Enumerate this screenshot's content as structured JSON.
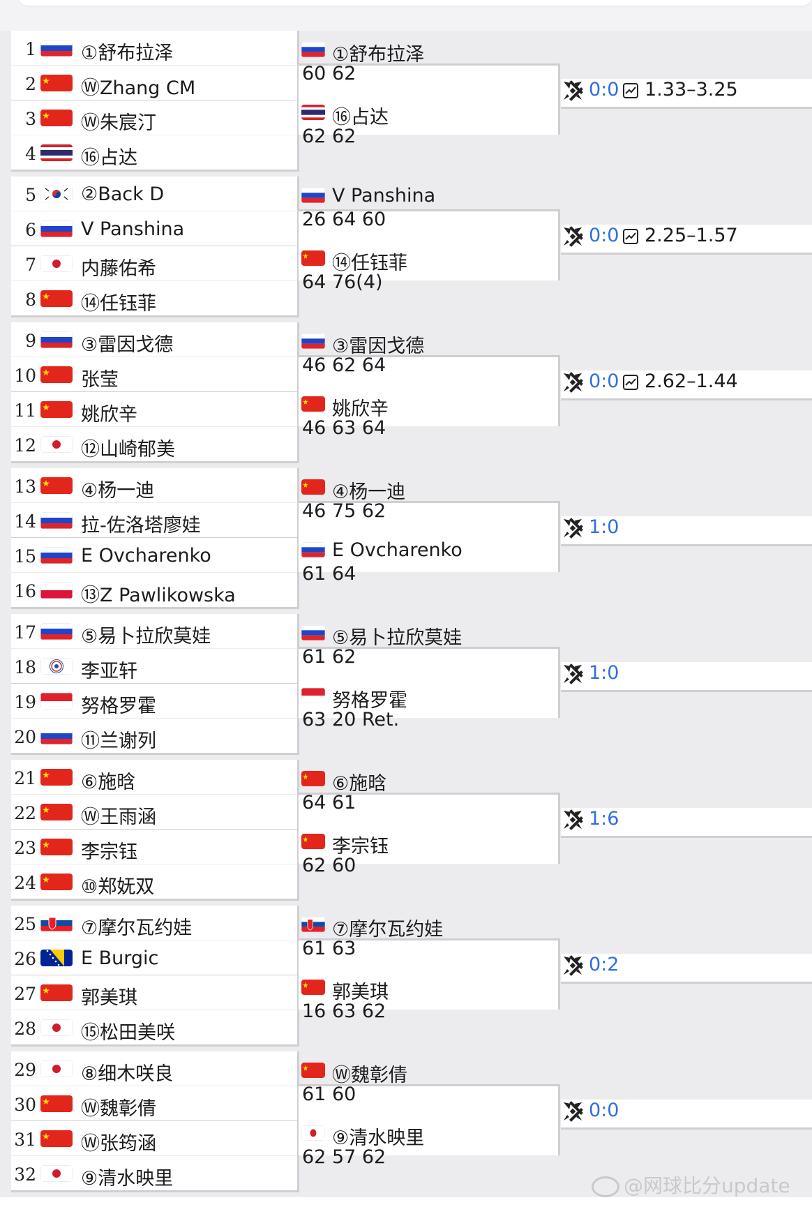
{
  "blocks": [
    {
      "seeds": [
        {
          "num": "1",
          "flag": "RUS",
          "name": "①舒布拉泽"
        },
        {
          "num": "2",
          "flag": "CHN",
          "name": "ⓌZhang CM"
        },
        {
          "num": "3",
          "flag": "CHN",
          "name": "Ⓦ朱宸汀"
        },
        {
          "num": "4",
          "flag": "THA",
          "name": "⑯占达"
        }
      ],
      "r2": [
        {
          "flag": "RUS",
          "name": "①舒布拉泽",
          "score": "60 62"
        },
        {
          "flag": "THA",
          "name": "⑯占达",
          "score": "62 62"
        }
      ],
      "h2h": "0:0",
      "odds": "1.33–3.25"
    },
    {
      "seeds": [
        {
          "num": "5",
          "flag": "KOR",
          "name": "②Back D"
        },
        {
          "num": "6",
          "flag": "RUS",
          "name": "V Panshina"
        },
        {
          "num": "7",
          "flag": "JPN",
          "name": "内藤佑希"
        },
        {
          "num": "8",
          "flag": "CHN",
          "name": "⑭任钰菲"
        }
      ],
      "r2": [
        {
          "flag": "RUS",
          "name": "V Panshina",
          "score": "26 64 60"
        },
        {
          "flag": "CHN",
          "name": "⑭任钰菲",
          "score": "64 76(4)"
        }
      ],
      "h2h": "0:0",
      "odds": "2.25–1.57"
    },
    {
      "seeds": [
        {
          "num": "9",
          "flag": "RUS",
          "name": "③雷因戈德"
        },
        {
          "num": "10",
          "flag": "CHN",
          "name": "张莹"
        },
        {
          "num": "11",
          "flag": "CHN",
          "name": "姚欣辛"
        },
        {
          "num": "12",
          "flag": "JPN",
          "name": "⑫山崎郁美"
        }
      ],
      "r2": [
        {
          "flag": "RUS",
          "name": "③雷因戈德",
          "score": "46 62 64"
        },
        {
          "flag": "CHN",
          "name": "姚欣辛",
          "score": "46 63 64"
        }
      ],
      "h2h": "0:0",
      "odds": "2.62–1.44"
    },
    {
      "seeds": [
        {
          "num": "13",
          "flag": "CHN",
          "name": "④杨一迪"
        },
        {
          "num": "14",
          "flag": "RUS",
          "name": "拉-佐洛塔廖娃"
        },
        {
          "num": "15",
          "flag": "RUS",
          "name": "E Ovcharenko"
        },
        {
          "num": "16",
          "flag": "POL",
          "name": "⑬Z Pawlikowska"
        }
      ],
      "r2": [
        {
          "flag": "CHN",
          "name": "④杨一迪",
          "score": "46 75 62"
        },
        {
          "flag": "RUS",
          "name": "E Ovcharenko",
          "score": "61 64"
        }
      ],
      "h2h": "1:0",
      "odds": ""
    },
    {
      "seeds": [
        {
          "num": "17",
          "flag": "RUS",
          "name": "⑤易卜拉欣莫娃"
        },
        {
          "num": "18",
          "flag": "TPE",
          "name": "李亚轩"
        },
        {
          "num": "19",
          "flag": "INA",
          "name": "努格罗霍"
        },
        {
          "num": "20",
          "flag": "RUS",
          "name": "⑪兰谢列"
        }
      ],
      "r2": [
        {
          "flag": "RUS",
          "name": "⑤易卜拉欣莫娃",
          "score": "61 62"
        },
        {
          "flag": "INA",
          "name": "努格罗霍",
          "score": "63 20 Ret."
        }
      ],
      "h2h": "1:0",
      "odds": ""
    },
    {
      "seeds": [
        {
          "num": "21",
          "flag": "CHN",
          "name": "⑥施晗"
        },
        {
          "num": "22",
          "flag": "CHN",
          "name": "Ⓦ王雨涵"
        },
        {
          "num": "23",
          "flag": "CHN",
          "name": "李宗钰"
        },
        {
          "num": "24",
          "flag": "CHN",
          "name": "⑩郑妩双"
        }
      ],
      "r2": [
        {
          "flag": "CHN",
          "name": "⑥施晗",
          "score": "64 61"
        },
        {
          "flag": "CHN",
          "name": "李宗钰",
          "score": "62 60"
        }
      ],
      "h2h": "1:6",
      "odds": ""
    },
    {
      "seeds": [
        {
          "num": "25",
          "flag": "SVK",
          "name": "⑦摩尔瓦约娃"
        },
        {
          "num": "26",
          "flag": "BIH",
          "name": "E Burgic"
        },
        {
          "num": "27",
          "flag": "CHN",
          "name": "郭美琪"
        },
        {
          "num": "28",
          "flag": "JPN",
          "name": "⑮松田美咲"
        }
      ],
      "r2": [
        {
          "flag": "SVK",
          "name": "⑦摩尔瓦约娃",
          "score": "61 63"
        },
        {
          "flag": "CHN",
          "name": "郭美琪",
          "score": "16 63 62"
        }
      ],
      "h2h": "0:2",
      "odds": ""
    },
    {
      "seeds": [
        {
          "num": "29",
          "flag": "JPN",
          "name": "⑧细木咲良"
        },
        {
          "num": "30",
          "flag": "CHN",
          "name": "Ⓦ魏彰倩"
        },
        {
          "num": "31",
          "flag": "CHN",
          "name": "Ⓦ张筠涵"
        },
        {
          "num": "32",
          "flag": "JPN",
          "name": "⑨清水映里"
        }
      ],
      "r2": [
        {
          "flag": "CHN",
          "name": "Ⓦ魏彰倩",
          "score": "61 60"
        },
        {
          "flag": "JPN",
          "name": "⑨清水映里",
          "score": "62 57 62"
        }
      ],
      "h2h": "0:0",
      "odds": ""
    }
  ],
  "colors": {
    "h2h_blue": "#2f6fe0",
    "border": "#cfcfd3",
    "shade": "#ececee"
  },
  "icons": {
    "h2h": "crossed-rackets-icon",
    "odds": "chart-icon"
  },
  "watermark": "@网球比分update"
}
